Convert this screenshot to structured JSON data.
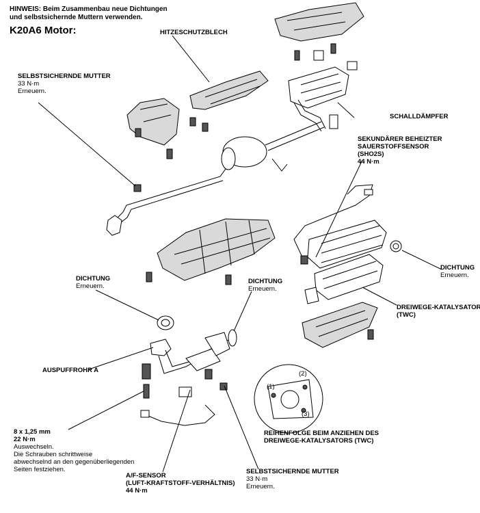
{
  "header": {
    "note_line1": "HINWEIS: Beim Zusammenbau neue Dichtungen",
    "note_line2": "und selbstsichernde Muttern verwenden.",
    "engine": "K20A6 Motor:"
  },
  "labels": {
    "heat_shield": "HITZESCHUTZBLECH",
    "nut_top": {
      "title": "SELBSTSICHERNDE MUTTER",
      "torque": "33 N·m",
      "action": "Erneuern."
    },
    "muffler": "SCHALLDÄMPFER",
    "sensor2": {
      "line1": "SEKUNDÄRER BEHEIZTER",
      "line2": "SAUERSTOFFSENSOR",
      "line3": "(SHO2S)",
      "torque": "44 N·m"
    },
    "gasket_right": {
      "title": "DICHTUNG",
      "action": "Erneuern."
    },
    "gasket_left": {
      "title": "DICHTUNG",
      "action": "Erneuern."
    },
    "gasket_mid": {
      "title": "DICHTUNG",
      "action": "Erneuern."
    },
    "twc": {
      "line1": "DREIWEGE-KATALYSATOR",
      "line2": "(TWC)"
    },
    "pipe_a": "AUSPUFFROHR A",
    "bolt": {
      "size": "8 x 1,25 mm",
      "torque": "22 N·m",
      "action": "Auswechseln.",
      "note1": "Die Schrauben schrittweise",
      "note2": "abwechselnd an den gegenüberliegenden",
      "note3": "Seiten festziehen."
    },
    "af_sensor": {
      "line1": "A/F-SENSOR",
      "line2": "(LUFT-KRAFTSTOFF-VERHÄLTNIS)",
      "torque": "44 N·m"
    },
    "nut_bottom": {
      "title": "SELBSTSICHERNDE MUTTER",
      "torque": "33 N·m",
      "action": "Erneuern."
    },
    "sequence": {
      "n1": "(1)",
      "n2": "(2)",
      "n3": "(3)",
      "line1": "REIHENFOLGE BEIM ANZIEHEN DES",
      "line2": "DREIWEGE-KATALYSATORS (TWC)"
    }
  }
}
